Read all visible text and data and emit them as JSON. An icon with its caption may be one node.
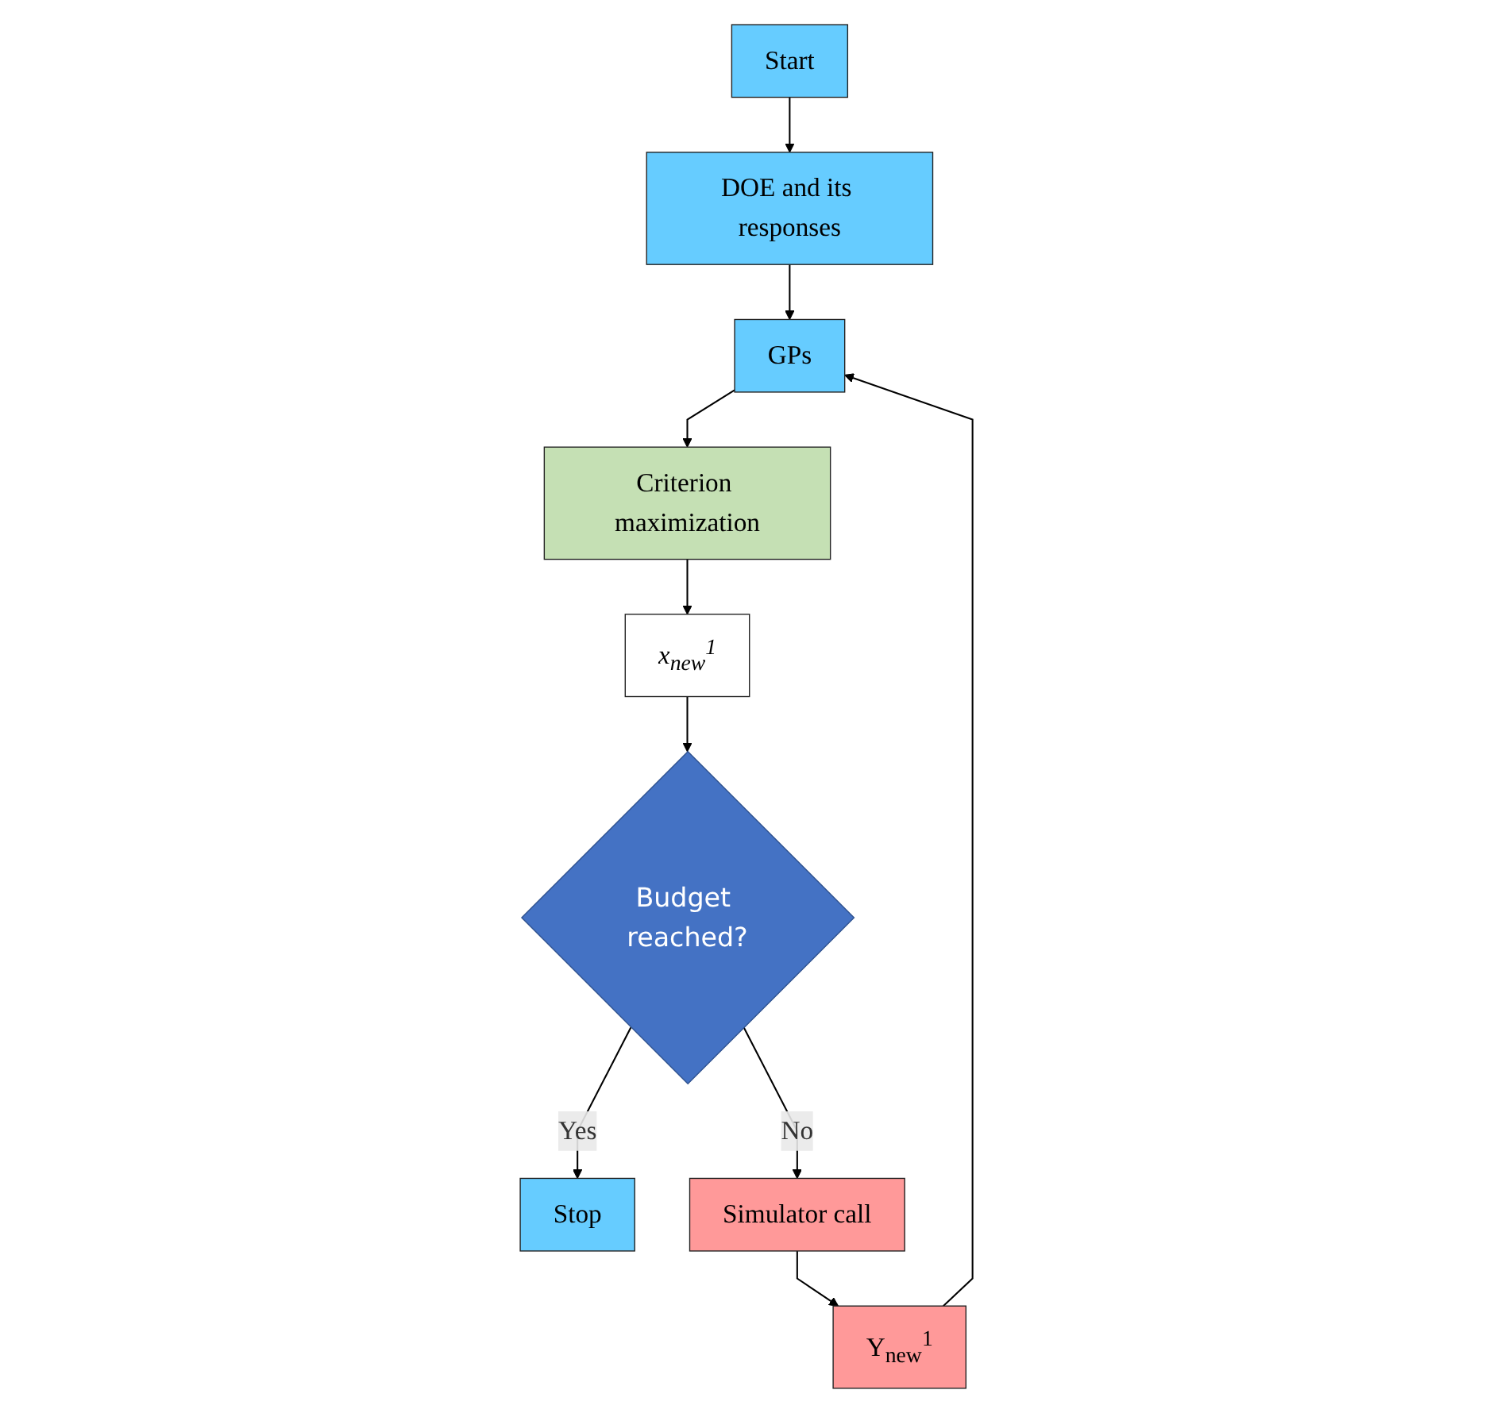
{
  "diagram": {
    "nodes": [
      {
        "text": [
          "Start"
        ]
      },
      {
        "text": [
          "DOE and its responses"
        ]
      },
      {
        "text": [
          "GPs"
        ]
      },
      {
        "text": [
          "Criterion maximization"
        ]
      },
      {
        "text": [
          "x$_{new}$$^{1}$"
        ]
      },
      {
        "text": [
          "Budget reached?"
        ]
      },
      {
        "text": [
          "Stop"
        ]
      },
      {
        "text": [
          "Simulator call"
        ]
      },
      {
        "text": [
          "Y$_{new}$$^{1}$"
        ]
      }
    ],
    "edges": [
      {
        "from": 0,
        "to": 1,
        "arrow": "to"
      },
      {
        "from": 1,
        "to": 2,
        "arrow": "to"
      },
      {
        "from": 2,
        "to": 3,
        "arrow": "to"
      },
      {
        "from": 3,
        "to": 4,
        "arrow": "to"
      },
      {
        "from": 4,
        "to": 5,
        "arrow": "to"
      },
      {
        "from": 5,
        "to": 7,
        "arrow": "to",
        "label": "No"
      },
      {
        "from": 5,
        "to": 6,
        "arrow": "to",
        "label": "Yes"
      },
      {
        "from": 7,
        "to": 8,
        "arrow": "to"
      },
      {
        "from": 8,
        "to": 2,
        "arrow": "to"
      }
    ]
  }
}
